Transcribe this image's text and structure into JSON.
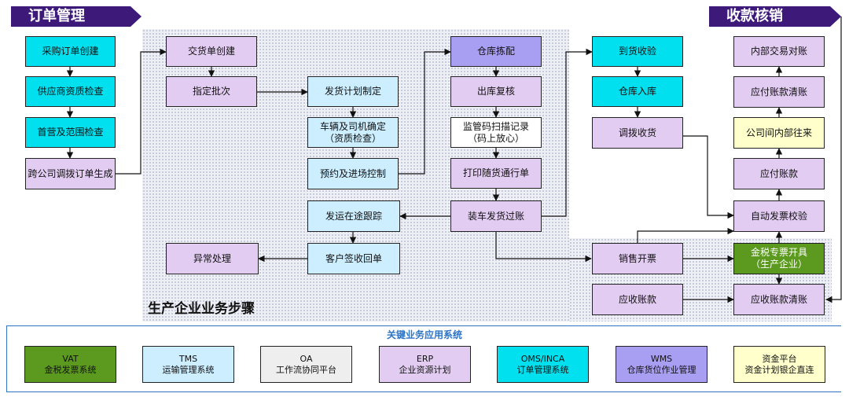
{
  "banners": {
    "order_mgmt": "订单管理",
    "collection": "收款核销"
  },
  "steps_label": "生产企业业务步骤",
  "nodes": {
    "po_create": "采购订单创建",
    "supplier_check": "供应商资质检查",
    "scope_check": "首营及范围检查",
    "transfer_order": "跨公司调拨订单生成",
    "delivery_create": "交货单创建",
    "batch_assign": "指定批次",
    "ship_plan": "发货计划制定",
    "vehicle_confirm": "车辆及司机确定\n（资质检查）",
    "appointment": "预约及进场控制",
    "in_transit": "发运在途跟踪",
    "customer_receipt": "客户签收回单",
    "exception": "异常处理",
    "picking": "仓库拣配",
    "outbound_check": "出库复核",
    "code_scan": "监管码扫描记录\n（码上放心）",
    "print_pass": "打印随货通行单",
    "load_ship": "装车发货过账",
    "arrival_check": "到货收验",
    "warehouse_in": "仓库入库",
    "transfer_receipt": "调拨收货",
    "sales_invoice": "销售开票",
    "receivable": "应收账款",
    "internal_recon": "内部交易对账",
    "payable_clear": "应付账款清账",
    "interco": "公司间内部往来",
    "payable": "应付账款",
    "auto_invoice_verify": "自动发票校验",
    "golden_tax_invoice": "金税专票开具\n（生产企业）",
    "receivable_clear": "应收账款清账"
  },
  "systems": {
    "title": "关键业务应用系统",
    "items": [
      {
        "name": "VAT",
        "desc": "金税发票系统",
        "color": "#5b9a1e"
      },
      {
        "name": "TMS",
        "desc": "运输管理系统",
        "color": "#cceeff"
      },
      {
        "name": "OA",
        "desc": "工作流协同平台",
        "color": "#eeeeee"
      },
      {
        "name": "ERP",
        "desc": "企业资源计划",
        "color": "#e3ccf2"
      },
      {
        "name": "OMS/INCA",
        "desc": "订单管理系统",
        "color": "#00e0ef"
      },
      {
        "name": "WMS",
        "desc": "仓库货位作业管理",
        "color": "#a89ef2"
      },
      {
        "name": "资金平台",
        "desc": "资金计划银企直连",
        "color": "#ffffcc"
      }
    ]
  }
}
